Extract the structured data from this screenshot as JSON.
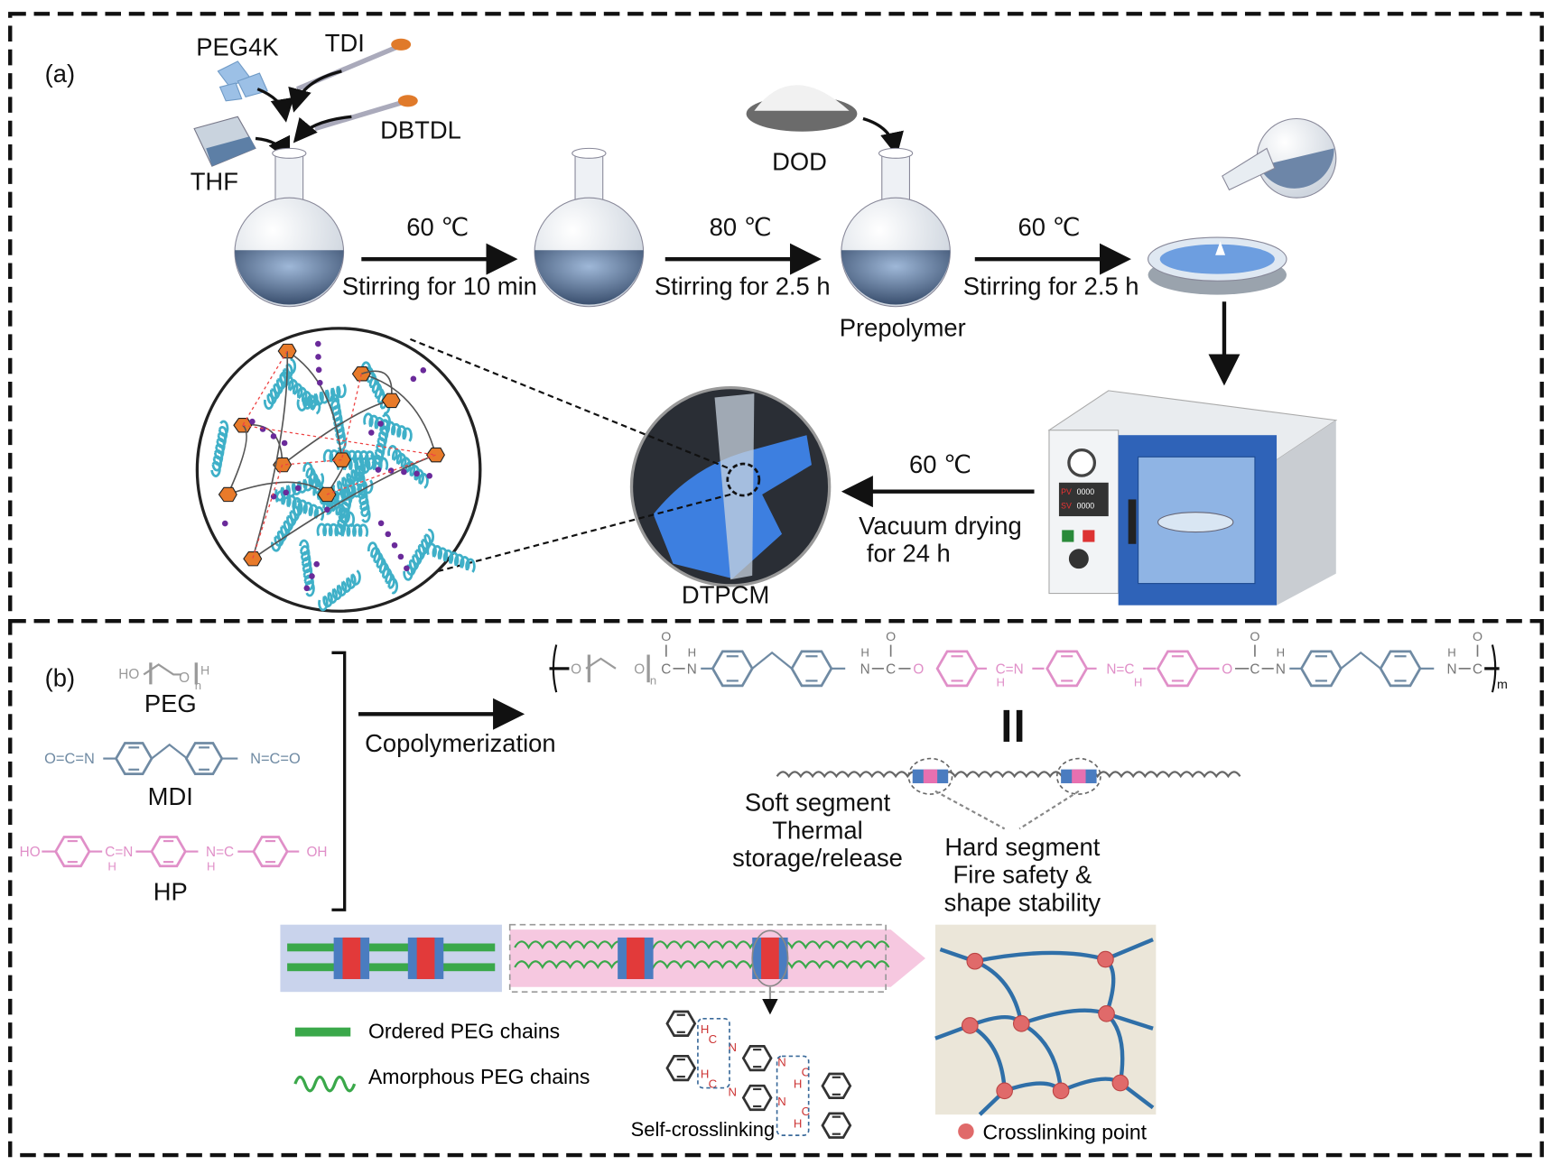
{
  "panel_a": {
    "label": "(a)",
    "reagents": {
      "peg4k": "PEG4K",
      "tdi": "TDI",
      "dbtdl": "DBTDL",
      "thf": "THF",
      "dod": "DOD"
    },
    "steps": [
      {
        "temp": "60 ℃",
        "action": "Stirring for 10 min"
      },
      {
        "temp": "80 ℃",
        "action": "Stirring for 2.5 h"
      },
      {
        "temp": "60 ℃",
        "action": "Stirring for 2.5 h"
      }
    ],
    "prepolymer": "Prepolymer",
    "drying": {
      "temp": "60 ℃",
      "line1": "Vacuum drying",
      "line2": "for 24 h"
    },
    "product": "DTPCM",
    "oven_labels": {
      "pv": "PV",
      "sv": "SV",
      "pv_value": "0000",
      "sv_value": "0000"
    }
  },
  "panel_b": {
    "label": "(b)",
    "monomers": [
      {
        "name": "PEG",
        "left": "HO",
        "right": "H",
        "mid": "O",
        "sub": "n",
        "color": "#9a9a9a"
      },
      {
        "name": "MDI",
        "left": "O=C=N",
        "right": "N=C=O",
        "color": "#6f8aa3"
      },
      {
        "name": "HP",
        "left": "HO",
        "right": "OH",
        "link1": "C=N",
        "link2": "N=C",
        "h": "H",
        "color": "#e08fc8"
      }
    ],
    "reaction": "Copolymerization",
    "chain_atoms": {
      "o": "O",
      "c": "C",
      "n": "N",
      "h": "H",
      "sub_n": "n",
      "sub_m": "m",
      "cn": "C=N",
      "nc": "N=C"
    },
    "soft_segment": [
      "Soft segment",
      "Thermal",
      "storage/release"
    ],
    "hard_segment": [
      "Hard segment",
      "Fire safety &",
      "shape stability"
    ],
    "legend": {
      "ordered": "Ordered PEG chains",
      "amorphous": "Amorphous PEG chains",
      "crosslink_point": "Crosslinking point"
    },
    "self_crosslinking": "Self-crosslinking",
    "crosslink_atoms": {
      "h": "H",
      "c": "C",
      "n": "N"
    },
    "colors": {
      "peg": "#9a9a9a",
      "mdi": "#6f8aa3",
      "hp": "#e08fc8",
      "ordered": "#3aa84a",
      "hard_red": "#e23a3a",
      "hard_blue": "#4a7cc0",
      "network": "#2f6fa8",
      "node": "#e06a6a",
      "spring": "#3fb0c8"
    }
  }
}
